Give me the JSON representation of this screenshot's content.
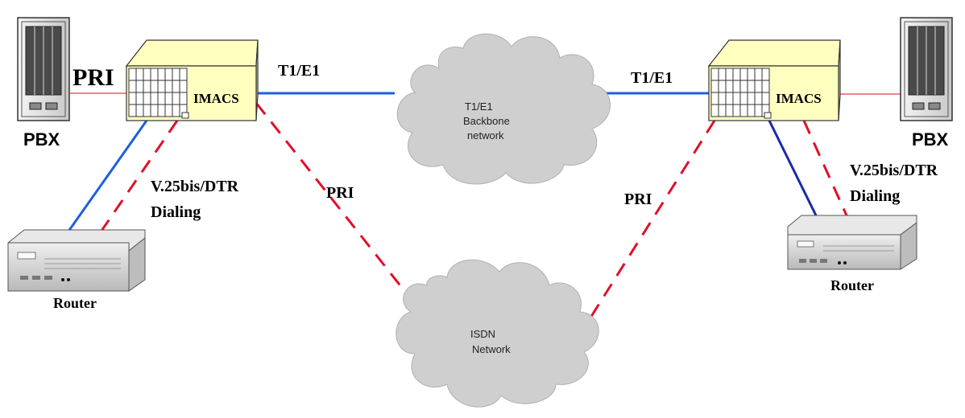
{
  "labels": {
    "pri_left_pbx": "PRI",
    "t1e1_left": "T1/E1",
    "t1e1_right": "T1/E1",
    "pri_left_isdn": "PRI",
    "pri_right_isdn": "PRI",
    "v25_left_line1": "V.25bis/DTR",
    "v25_left_line2": "Dialing",
    "v25_right_line1": "V.25bis/DTR",
    "v25_right_line2": "Dialing"
  },
  "devices": {
    "pbx_left": "PBX",
    "pbx_right": "PBX",
    "imacs_left": "IMACS",
    "imacs_right": "IMACS",
    "router_left": "Router",
    "router_right": "Router"
  },
  "clouds": {
    "backbone": [
      "T1/E1",
      "Backbone",
      "network"
    ],
    "isdn": [
      "ISDN",
      "Network"
    ]
  },
  "colors": {
    "blue_link": "#1f5fe0",
    "dark_blue_link": "#1a2aa8",
    "red_link": "#e0102a",
    "thin_red_link": "#e23a4a",
    "imacs_fill": "#ffffc0",
    "cloud_fill": "#cfcfcf"
  }
}
